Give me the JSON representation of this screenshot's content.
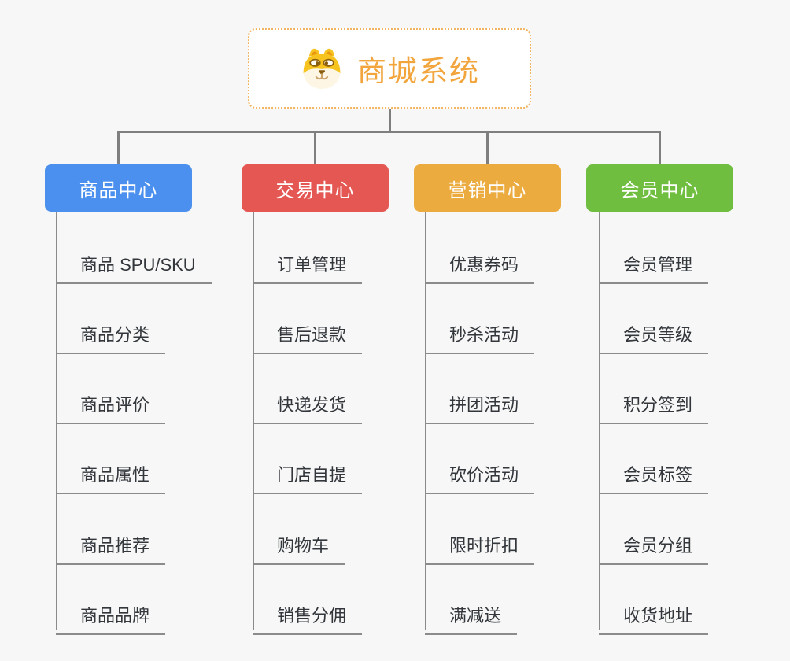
{
  "diagram": {
    "background_color": "#f6f7f6",
    "connector_color": "#7f7f7f",
    "leaf_line_color": "#8b8b8b",
    "root": {
      "title": "商城系统",
      "icon": "dog-face-icon",
      "text_color": "#f2a53c",
      "border_color": "#f2b45f"
    },
    "branches": [
      {
        "label": "商品中心",
        "color": "#4b90ee",
        "items": [
          "商品 SPU/SKU",
          "商品分类",
          "商品评价",
          "商品属性",
          "商品推荐",
          "商品品牌"
        ]
      },
      {
        "label": "交易中心",
        "color": "#e45753",
        "items": [
          "订单管理",
          "售后退款",
          "快递发货",
          "门店自提",
          "购物车",
          "销售分佣"
        ]
      },
      {
        "label": "营销中心",
        "color": "#ebab3f",
        "items": [
          "优惠券码",
          "秒杀活动",
          "拼团活动",
          "砍价活动",
          "限时折扣",
          "满减送"
        ]
      },
      {
        "label": "会员中心",
        "color": "#70be3f",
        "items": [
          "会员管理",
          "会员等级",
          "积分签到",
          "会员标签",
          "会员分组",
          "收货地址"
        ]
      }
    ]
  }
}
